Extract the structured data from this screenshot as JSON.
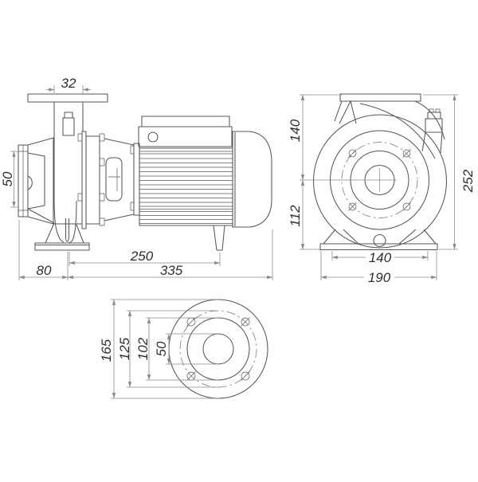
{
  "colors": {
    "background": "#ffffff",
    "outline": "#565656",
    "dim": "#8a8a8a",
    "text": "#2f2f2f"
  },
  "views": {
    "side": {
      "dims": {
        "port_width": "32",
        "suction_height": "50",
        "foot_span": "250",
        "inlet_overhang": "80",
        "body_length": "335"
      }
    },
    "front": {
      "dims": {
        "axis_to_top": "140",
        "axis_to_base": "112",
        "total_height": "252",
        "foot_hole_spacing": "140",
        "base_width": "190"
      }
    },
    "flange": {
      "dims": {
        "outer_diameter": "165",
        "bolt_circle_diameter": "125",
        "hub_diameter": "102",
        "bore_diameter": "50"
      }
    }
  }
}
